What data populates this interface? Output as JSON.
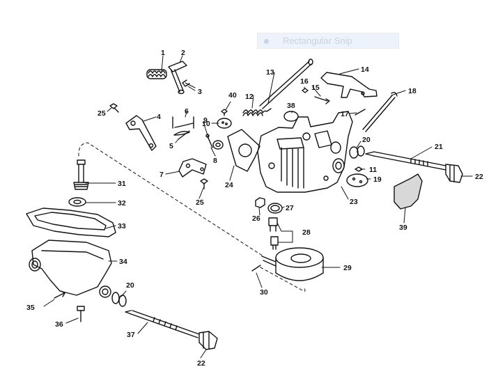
{
  "overlay": {
    "label": "Rectangular Snip",
    "icon": "snip-dot-icon"
  },
  "callouts": {
    "c1": "1",
    "c2": "2",
    "c3": "3",
    "c4": "4",
    "c5": "5",
    "c6": "6",
    "c7": "7",
    "c8": "8",
    "c9": "9",
    "c10": "10",
    "c11": "11",
    "c12": "12",
    "c13": "13",
    "c14": "14",
    "c15": "15",
    "c16": "16",
    "c17": "17",
    "c18": "18",
    "c19": "19",
    "c20a": "20",
    "c20b": "20",
    "c21": "21",
    "c22a": "22",
    "c22b": "22",
    "c23": "23",
    "c24": "24",
    "c25a": "25",
    "c25b": "25",
    "c26": "26",
    "c27": "27",
    "c28": "28",
    "c29": "29",
    "c30": "30",
    "c31": "31",
    "c32": "32",
    "c33": "33",
    "c34": "34",
    "c35": "35",
    "c36": "36",
    "c37": "37",
    "c38": "38",
    "c39": "39",
    "c40": "40"
  }
}
